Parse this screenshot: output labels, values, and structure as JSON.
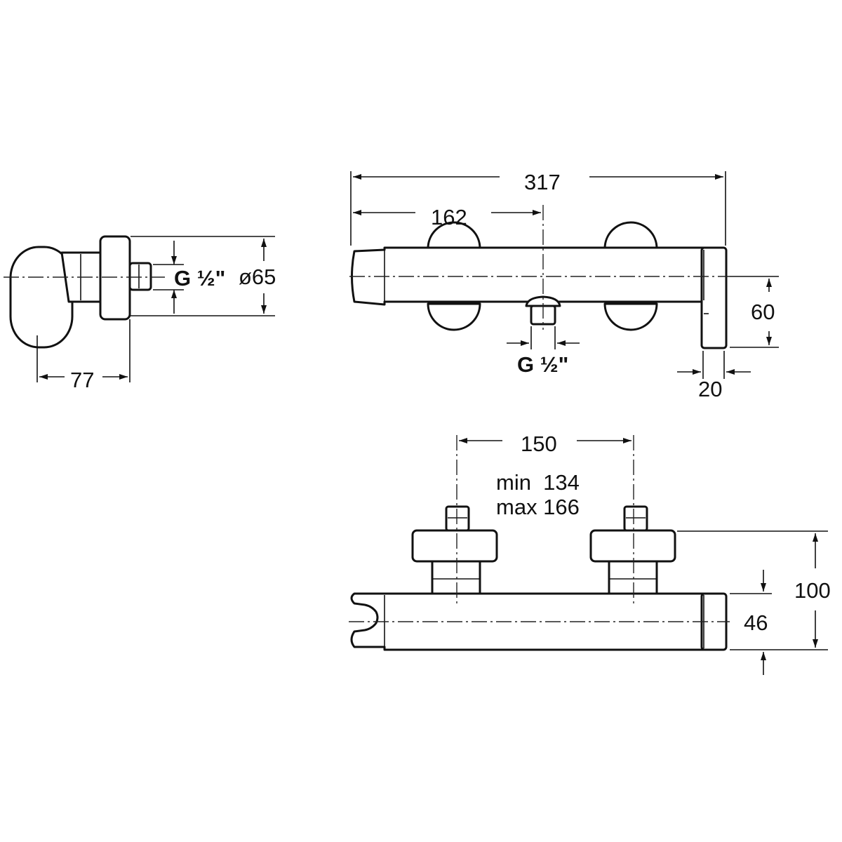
{
  "side_view": {
    "depth": "77",
    "thread": "G ½\"",
    "diameter": "ø65"
  },
  "front_view": {
    "total_length": "317",
    "outlet_offset": "162",
    "height": "60",
    "outlet_thread": "G ½\"",
    "end_cap_width": "20"
  },
  "top_view": {
    "inlet_spacing": "150",
    "spacing_min": "min  134",
    "spacing_max": "max 166",
    "total_height": "100",
    "body_height": "46"
  }
}
